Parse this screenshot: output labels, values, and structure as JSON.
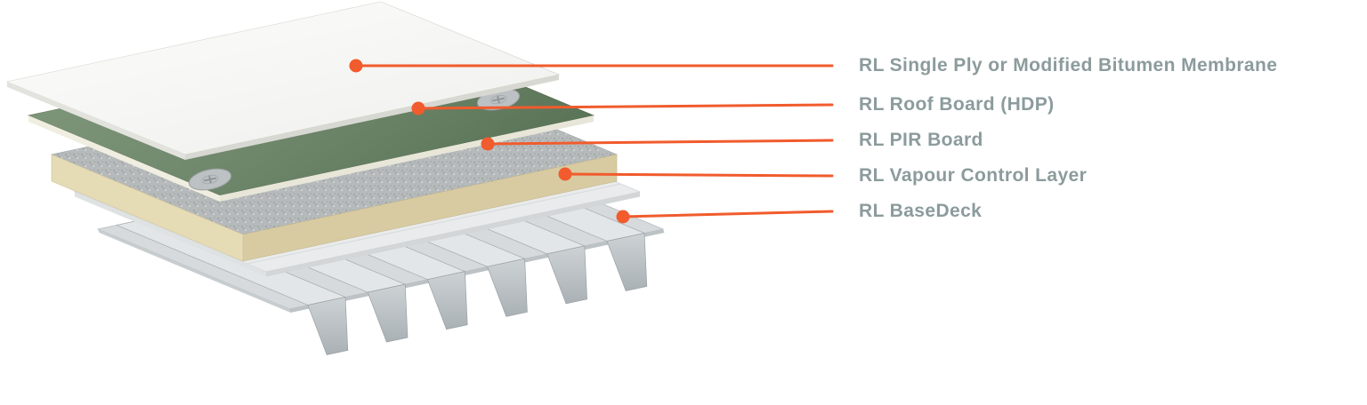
{
  "diagram": {
    "type": "exploded-roof-system-layers",
    "layers": [
      {
        "label": "RL Single Ply or Modified Bitumen Membrane"
      },
      {
        "label": "RL Roof Board (HDP)"
      },
      {
        "label": "RL PIR Board"
      },
      {
        "label": "RL Vapour Control Layer"
      },
      {
        "label": "RL BaseDeck"
      }
    ],
    "colors": {
      "accent": "#F15B2D",
      "label_text": "#8C9B9C",
      "membrane_top": "#F0F0ED",
      "roof_board_top": "#6D8868",
      "pir_top": "#B6BABB",
      "pir_edge": "#E5DBB5",
      "vcl_top": "#E9EBEC",
      "deck_top": "#D6DADC"
    }
  }
}
